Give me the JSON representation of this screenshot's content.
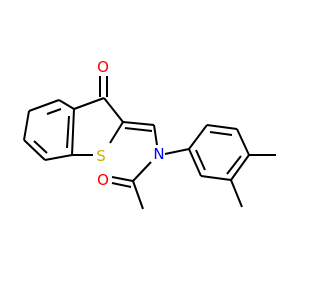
{
  "molecule": {
    "atoms": {
      "oxygen_ketone": {
        "symbol": "O",
        "color": "#FF0000"
      },
      "sulfur": {
        "symbol": "S",
        "color": "#C8B400"
      },
      "nitrogen": {
        "symbol": "N",
        "color": "#0000FF"
      },
      "oxygen_amide": {
        "symbol": "O",
        "color": "#FF0000"
      }
    },
    "bond_color": "#000000",
    "background": "#FFFFFF"
  }
}
